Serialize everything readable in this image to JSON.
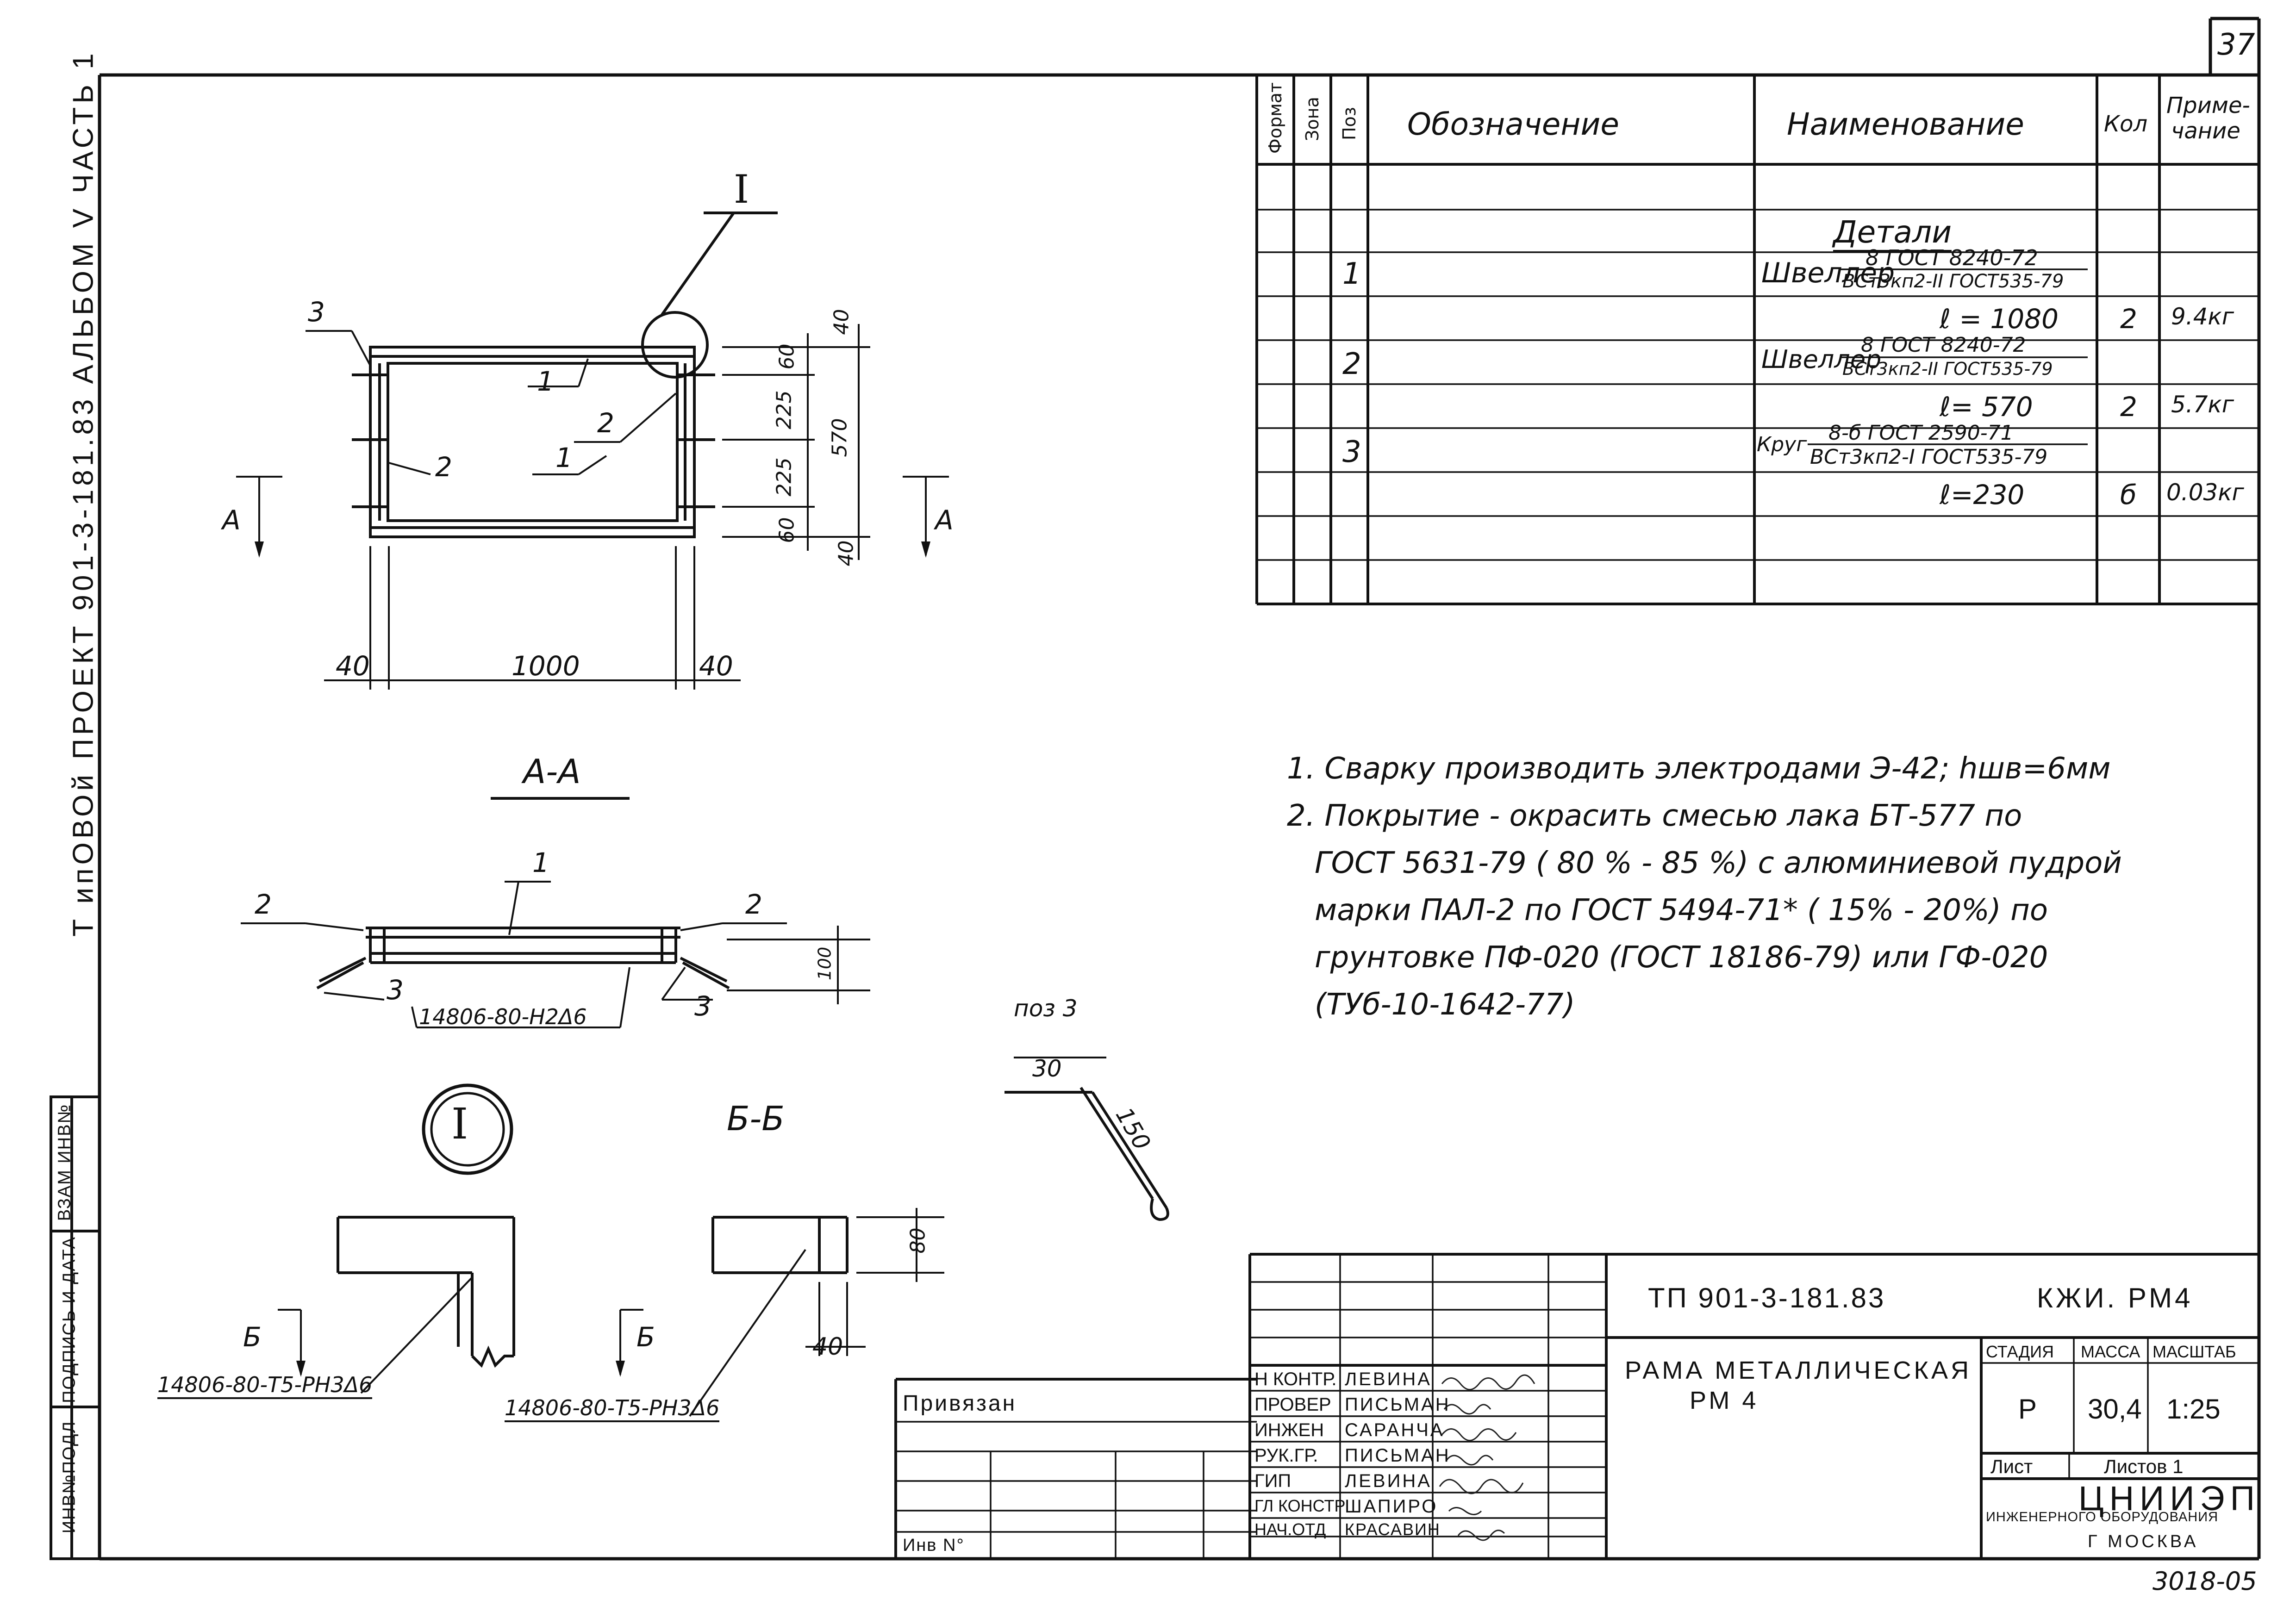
{
  "sheet": {
    "page_number": "37",
    "side_title": "Т ипОВОй  ПРОЕКТ   901-3-181.83   АЛЬБОМ V   ЧАСТЬ 1",
    "footer_code": "3018-05"
  },
  "side_stamp": {
    "inv_podl": "ИНВ№ПОДЛ",
    "podpis_data": "ПОДПИСЬ И ДАТА",
    "vzam_inv": "ВЗАМ ИНВ№"
  },
  "plan": {
    "dim_left": "40",
    "dim_length": "1000",
    "dim_right": "40",
    "dim_60_top": "60",
    "dim_40_top": "40",
    "dim_225_a": "225",
    "dim_225_b": "225",
    "dim_570": "570",
    "dim_60_bot": "60",
    "dim_40_bot": "40",
    "callout_node": "I",
    "pos_1a": "1",
    "pos_1b": "1",
    "pos_2a": "2",
    "pos_2b": "2",
    "pos_3": "3",
    "cut_left": "А",
    "cut_right": "А"
  },
  "section_aa": {
    "title": "А-А",
    "pos_1": "1",
    "pos_2a": "2",
    "pos_2b": "2",
    "pos_3a": "3",
    "pos_3b": "3",
    "dim_100": "100",
    "weld": "14806-80-Н2Δ6"
  },
  "node_I": {
    "label": "I"
  },
  "section_bb": {
    "title": "Б-Б",
    "cut_left": "Б",
    "cut_right": "Б",
    "weld_left": "14806-80-Т5-РН3Δ6",
    "weld_right": "14806-80-Т5-РН3Δ6",
    "dim_80": "80",
    "dim_40": "40"
  },
  "pos3_sketch": {
    "title": "поз 3",
    "dim_30": "30",
    "dim_150": "150"
  },
  "spec": {
    "headers": {
      "format": "Формат",
      "zone": "Зона",
      "pos": "Поз",
      "designation": "Обозначение",
      "name": "Наименование",
      "qty": "Кол",
      "note_line1": "Приме-",
      "note_line2": "чание"
    },
    "section_title": "Детали",
    "rows": [
      {
        "pos": "1",
        "name": "Швеллер",
        "frac_top": "8 ГОСТ 8240-72",
        "frac_bottom": "ВСт3кп2-II ГОСТ535-79",
        "length": "ℓ = 1080",
        "qty": "2",
        "note": "9.4кг"
      },
      {
        "pos": "2",
        "name": "Швеллер",
        "frac_top": "8 ГОСТ 8240-72",
        "frac_bottom": "ВСт3кп2-II ГОСТ535-79",
        "length": "ℓ= 570",
        "qty": "2",
        "note": "5.7кг"
      },
      {
        "pos": "3",
        "name": "Круг",
        "frac_top": "8-б ГОСТ 2590-71",
        "frac_bottom": "ВСт3кп2-I ГОСТ535-79",
        "length": "ℓ=230",
        "qty": "б",
        "note": "0.03кг"
      }
    ]
  },
  "notes": [
    "1. Сварку производить электродами Э-42; hшв=6мм",
    "2. Покрытие - окрасить смесью лака БТ-577 по",
    "ГОСТ 5631-79 ( 80 % - 85 %) с алюминиевой пудрой",
    "марки ПАЛ-2 по ГОСТ 5494-71* ( 15% - 20%) по",
    "грунтовке ПФ-020 (ГОСТ 18186-79) или ГФ-020",
    "(ТУб-10-1642-77)"
  ],
  "binding": {
    "privyazan": "Привязан",
    "inv_no": "Инв N°"
  },
  "title_block": {
    "doc_code": "ТП 901-3-181.83",
    "mark": "КЖИ. РМ4",
    "title_line1": "РАМА МЕТАЛЛИЧЕСКАЯ",
    "title_line2": "РМ 4",
    "stage_label": "СТАДИЯ",
    "mass_label": "МАССА",
    "scale_label": "МАСШТАБ",
    "stage": "Р",
    "mass": "30,4",
    "scale": "1:25",
    "sheet_label": "Лист",
    "sheets_label": "Листов 1",
    "org_name": "ЦНИИЭП",
    "org_line2": "ИНЖЕНЕРНОГО ОБОРУДОВАНИЯ",
    "org_city": "Г МОСКВА",
    "people": [
      {
        "role": "Н КОНТР.",
        "name": "ЛЕВИНА"
      },
      {
        "role": "ПРОВЕР",
        "name": "ПИСЬМАН"
      },
      {
        "role": "ИНЖЕН",
        "name": "САРАНЧА"
      },
      {
        "role": "РУК.ГР.",
        "name": "ПИСЬМАН"
      },
      {
        "role": "ГИП",
        "name": "ЛЕВИНА"
      },
      {
        "role": "ГЛ КОНСТР",
        "name": "ШАПИРО"
      },
      {
        "role": "НАЧ.ОТД",
        "name": "КРАСАВИН"
      }
    ]
  }
}
